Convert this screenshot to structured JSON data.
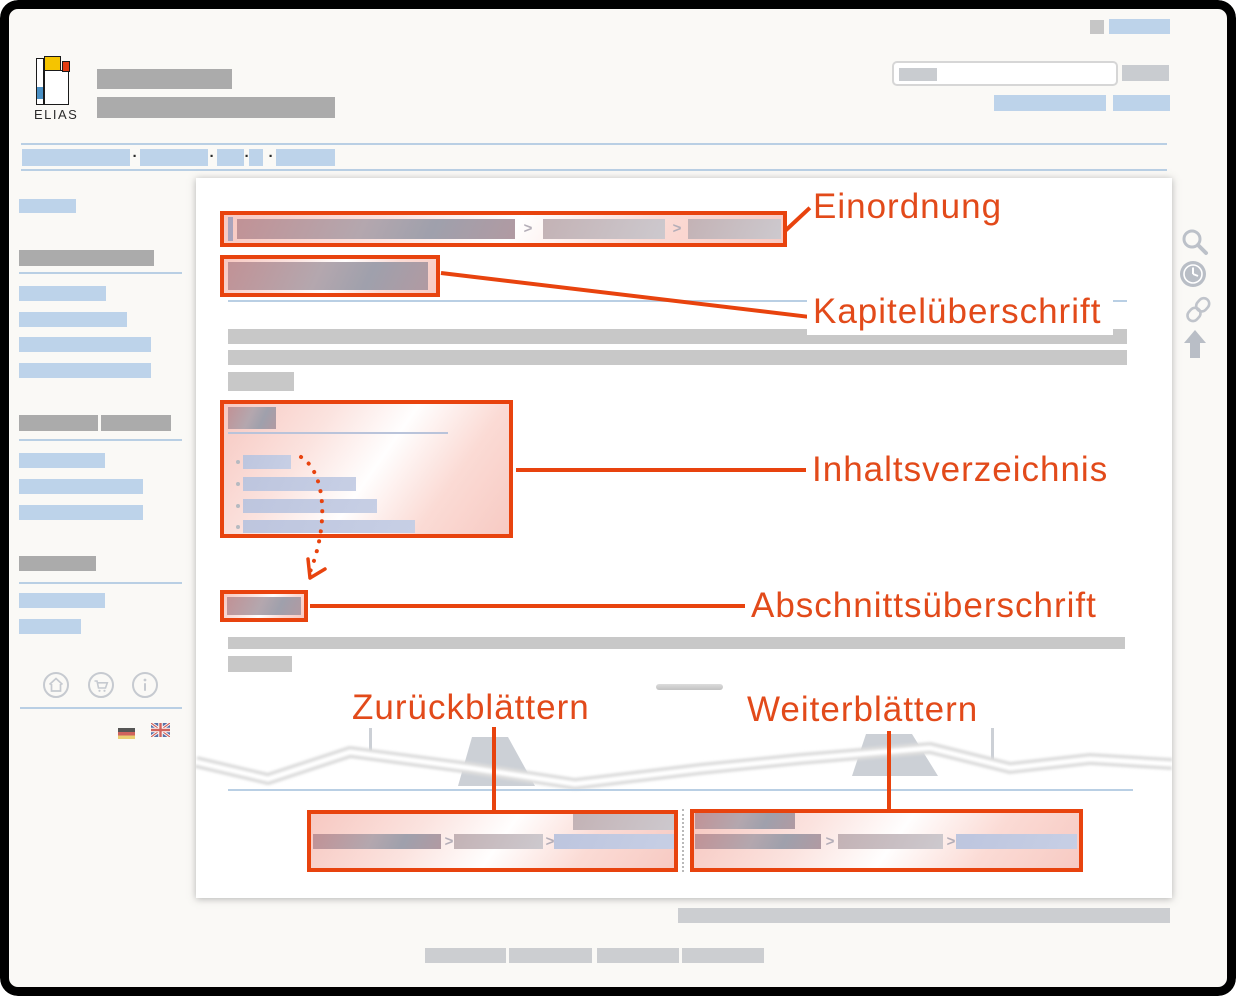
{
  "branding": {
    "logo_text": "ELIAS"
  },
  "separators": {
    "breadcrumb_chevron": ">",
    "nav_dot": "·"
  },
  "annotations": {
    "color": "#e24a1a",
    "labels": {
      "einordnung": "Einordnung",
      "kapitelueberschrift": "Kapitelüberschrift",
      "inhaltsverzeichnis": "Inhaltsverzeichnis",
      "abschnittsueberschrift": "Abschnittsüberschrift",
      "zurueckblaettern": "Zurückblättern",
      "weiterblaettern": "Weiterblättern"
    }
  },
  "icons": {
    "right_toolbar": [
      "search-icon",
      "history-clock-icon",
      "link-icon",
      "scroll-to-top-icon"
    ],
    "sidebar_footer": [
      "home-icon",
      "cart-icon",
      "info-icon"
    ],
    "languages": [
      "german-flag-icon",
      "uk-flag-icon"
    ]
  },
  "colors": {
    "accent_red": "#e8430e",
    "placeholder_blue": "#bdd3ea",
    "placeholder_gray": "#ababab",
    "line_blue": "#b9cfe4",
    "highlight_pink": "#f7c8c1"
  }
}
